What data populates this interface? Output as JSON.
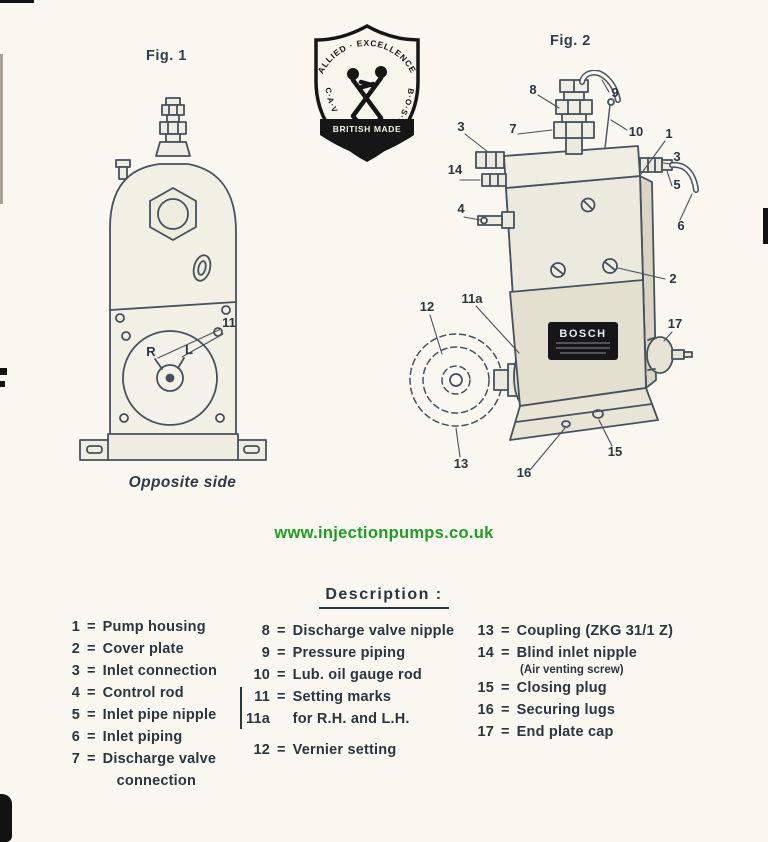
{
  "page": {
    "url": "www.injectionpumps.co.uk"
  },
  "colors": {
    "url_green": "#1e9e24",
    "ink": "#2b3540",
    "badge_black": "#161616"
  },
  "figures": {
    "fig1_label": "Fig. 1",
    "fig2_label": "Fig. 2",
    "fig1_caption": "Opposite side",
    "fig1_callout": "11",
    "mark_r": "R",
    "mark_l": "L",
    "bosch_plate": "BOSCH"
  },
  "badge": {
    "arc_text": "· ALLIED · EXCELLENCE ·",
    "left_text": "C·A·V",
    "right_text": "B·O·S·C·H",
    "banner": "BRITISH MADE"
  },
  "fig2_callouts": {
    "c8": "8",
    "c9": "9",
    "c3l": "3",
    "c7": "7",
    "c10": "10",
    "c1": "1",
    "c14": "14",
    "c3r": "3",
    "c5": "5",
    "c4": "4",
    "c6": "6",
    "c2": "2",
    "c12": "12",
    "c11a": "11a",
    "c17": "17",
    "c13": "13",
    "c15": "15",
    "c16": "16"
  },
  "legend": {
    "title": "Description :",
    "eq": "=",
    "col1": [
      {
        "num": "1",
        "label": "Pump housing"
      },
      {
        "num": "2",
        "label": "Cover plate"
      },
      {
        "num": "3",
        "label": "Inlet connection"
      },
      {
        "num": "4",
        "label": "Control rod"
      },
      {
        "num": "5",
        "label": "Inlet pipe nipple"
      },
      {
        "num": "6",
        "label": "Inlet piping"
      },
      {
        "num": "7",
        "label": "Discharge valve",
        "label2": "connection"
      }
    ],
    "col2": [
      {
        "num": "8",
        "label": "Discharge valve nipple"
      },
      {
        "num": "9",
        "label": "Pressure piping"
      },
      {
        "num": "10",
        "label": "Lub. oil gauge rod"
      },
      {
        "num": "11",
        "label": "Setting marks"
      },
      {
        "num": "11a",
        "label": "for R.H. and L.H."
      },
      {
        "num": "12",
        "label": "Vernier setting"
      }
    ],
    "col3": [
      {
        "num": "13",
        "label": "Coupling (ZKG 31/1 Z)"
      },
      {
        "num": "14",
        "label": "Blind inlet nipple",
        "sub": "(Air venting screw)"
      },
      {
        "num": "15",
        "label": "Closing plug"
      },
      {
        "num": "16",
        "label": "Securing lugs"
      },
      {
        "num": "17",
        "label": "End plate cap"
      }
    ]
  }
}
